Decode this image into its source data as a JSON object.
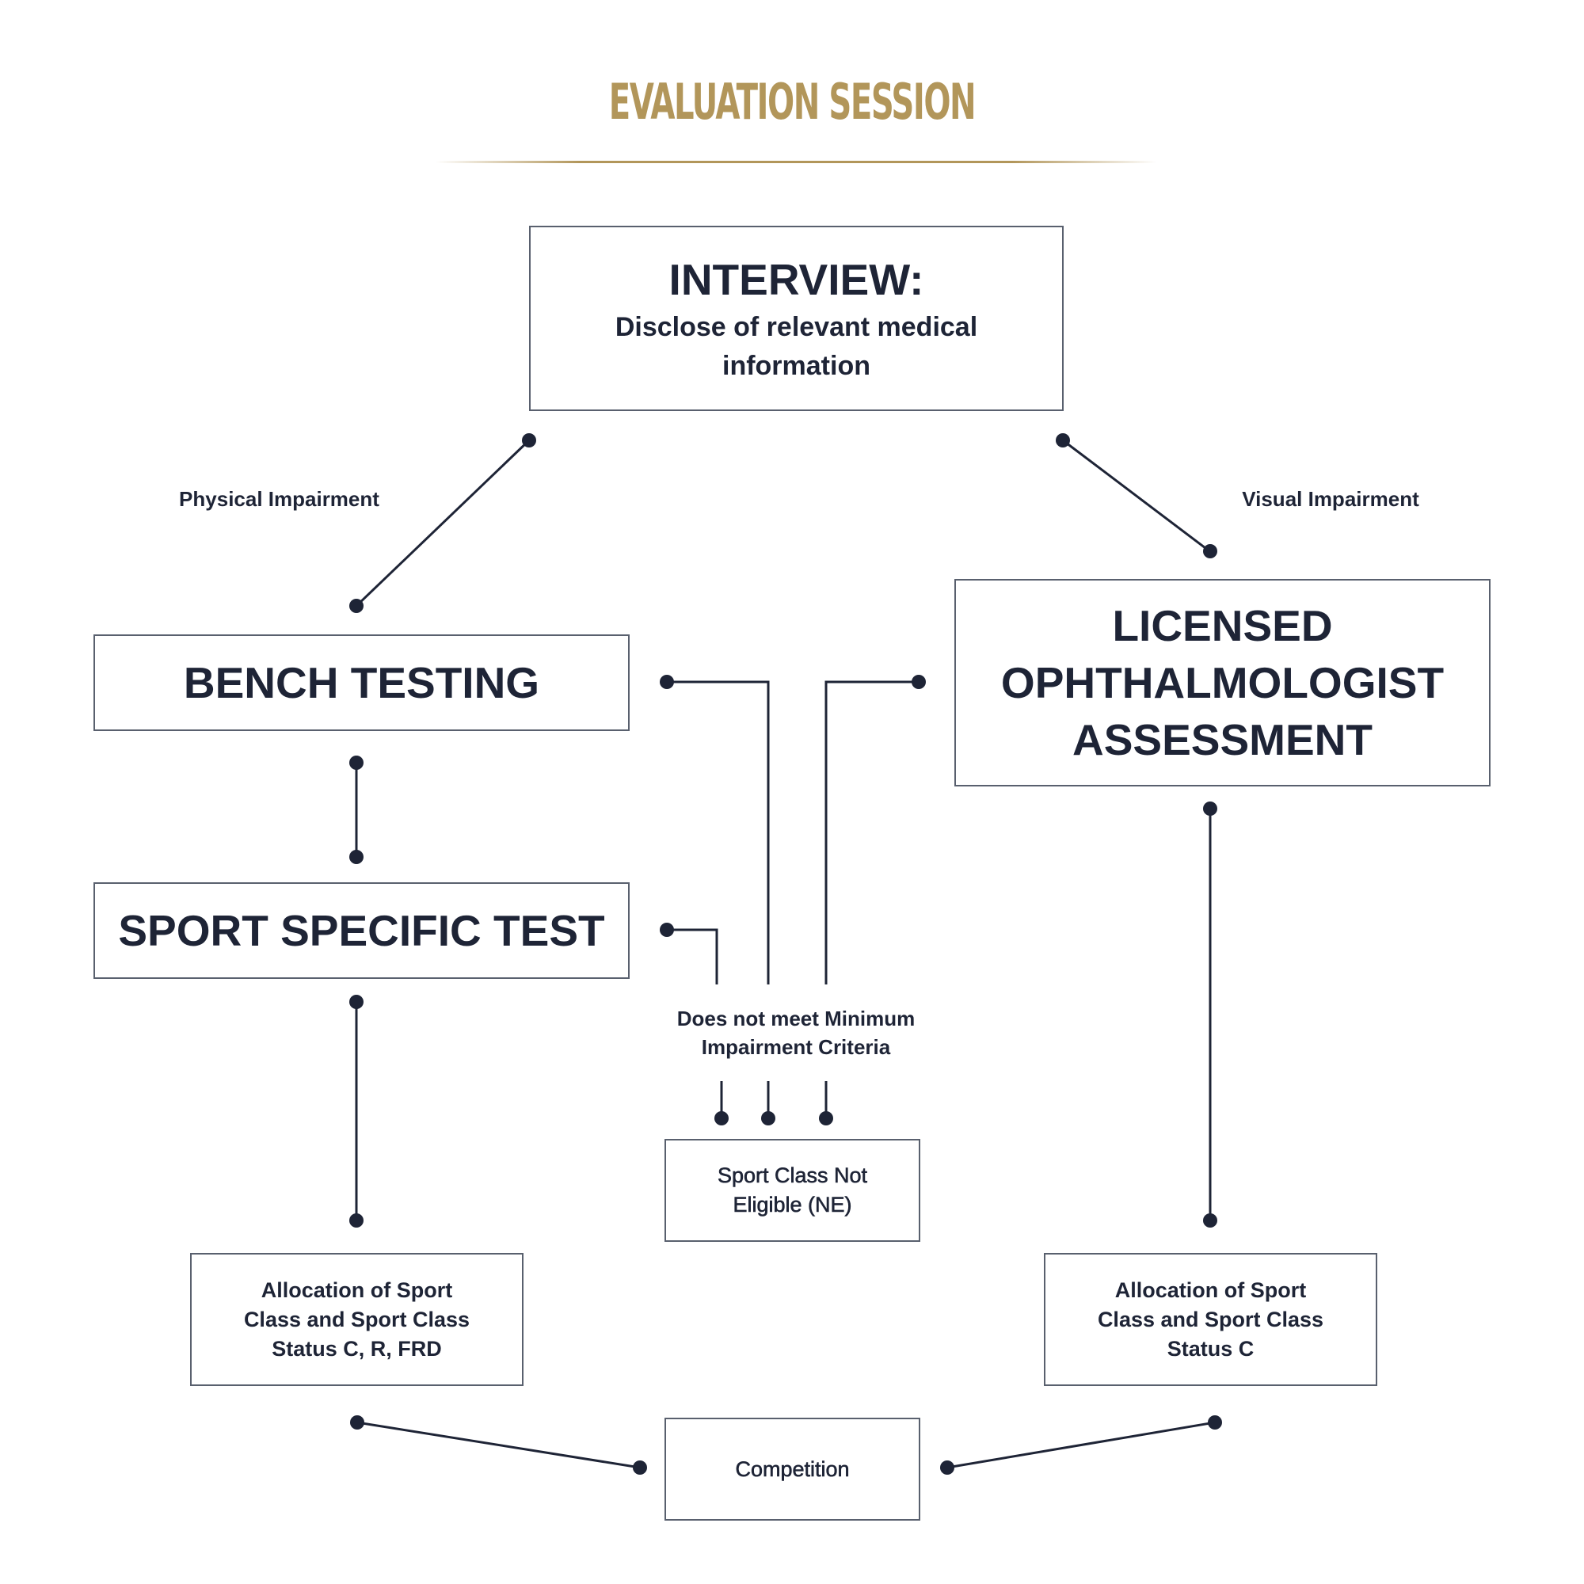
{
  "header": {
    "title": "EVALUATION SESSION"
  },
  "colors": {
    "accent": "#b2965a",
    "ink": "#1e2436",
    "border": "#59606e"
  },
  "nodes": {
    "interview": {
      "title": "INTERVIEW:",
      "subtitle": "Disclose of relevant medical information"
    },
    "bench": {
      "label": "BENCH TESTING"
    },
    "sport_test": {
      "label": "SPORT SPECIFIC TEST"
    },
    "ophthalmologist": {
      "line1": "LICENSED",
      "line2": "OPHTHALMOLOGIST",
      "line3": "ASSESSMENT"
    },
    "not_eligible": {
      "label": "Sport Class Not Eligible (NE)"
    },
    "alloc_left": {
      "label": "Allocation of Sport Class and Sport Class Status C, R, FRD"
    },
    "alloc_right": {
      "label": "Allocation of Sport Class and Sport Class Status C"
    },
    "competition": {
      "label": "Competition"
    }
  },
  "edge_labels": {
    "physical": "Physical Impairment",
    "visual": "Visual Impairment",
    "criteria": "Does not meet Minimum Impairment Criteria"
  }
}
